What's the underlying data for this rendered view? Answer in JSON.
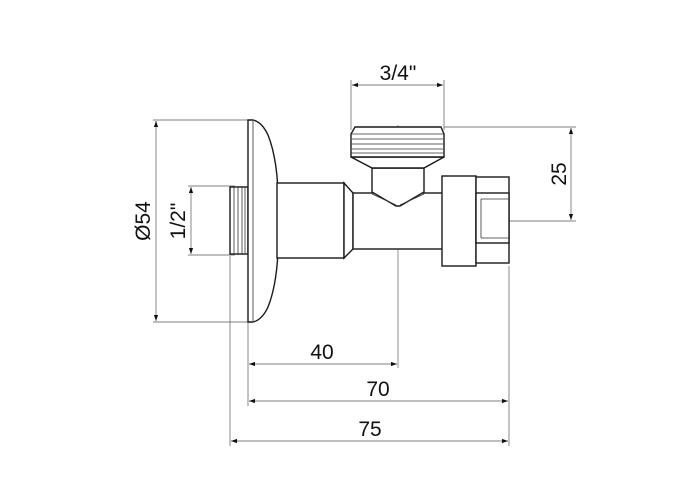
{
  "drawing": {
    "title": "Angle valve dimension drawing",
    "dimensions": {
      "flange_diameter": "Ø54",
      "inlet_thread": "1/2\"",
      "outlet_thread": "3/4\"",
      "outlet_height": "25",
      "outlet_center_distance": "40",
      "body_length": "70",
      "overall_length": "75"
    }
  }
}
